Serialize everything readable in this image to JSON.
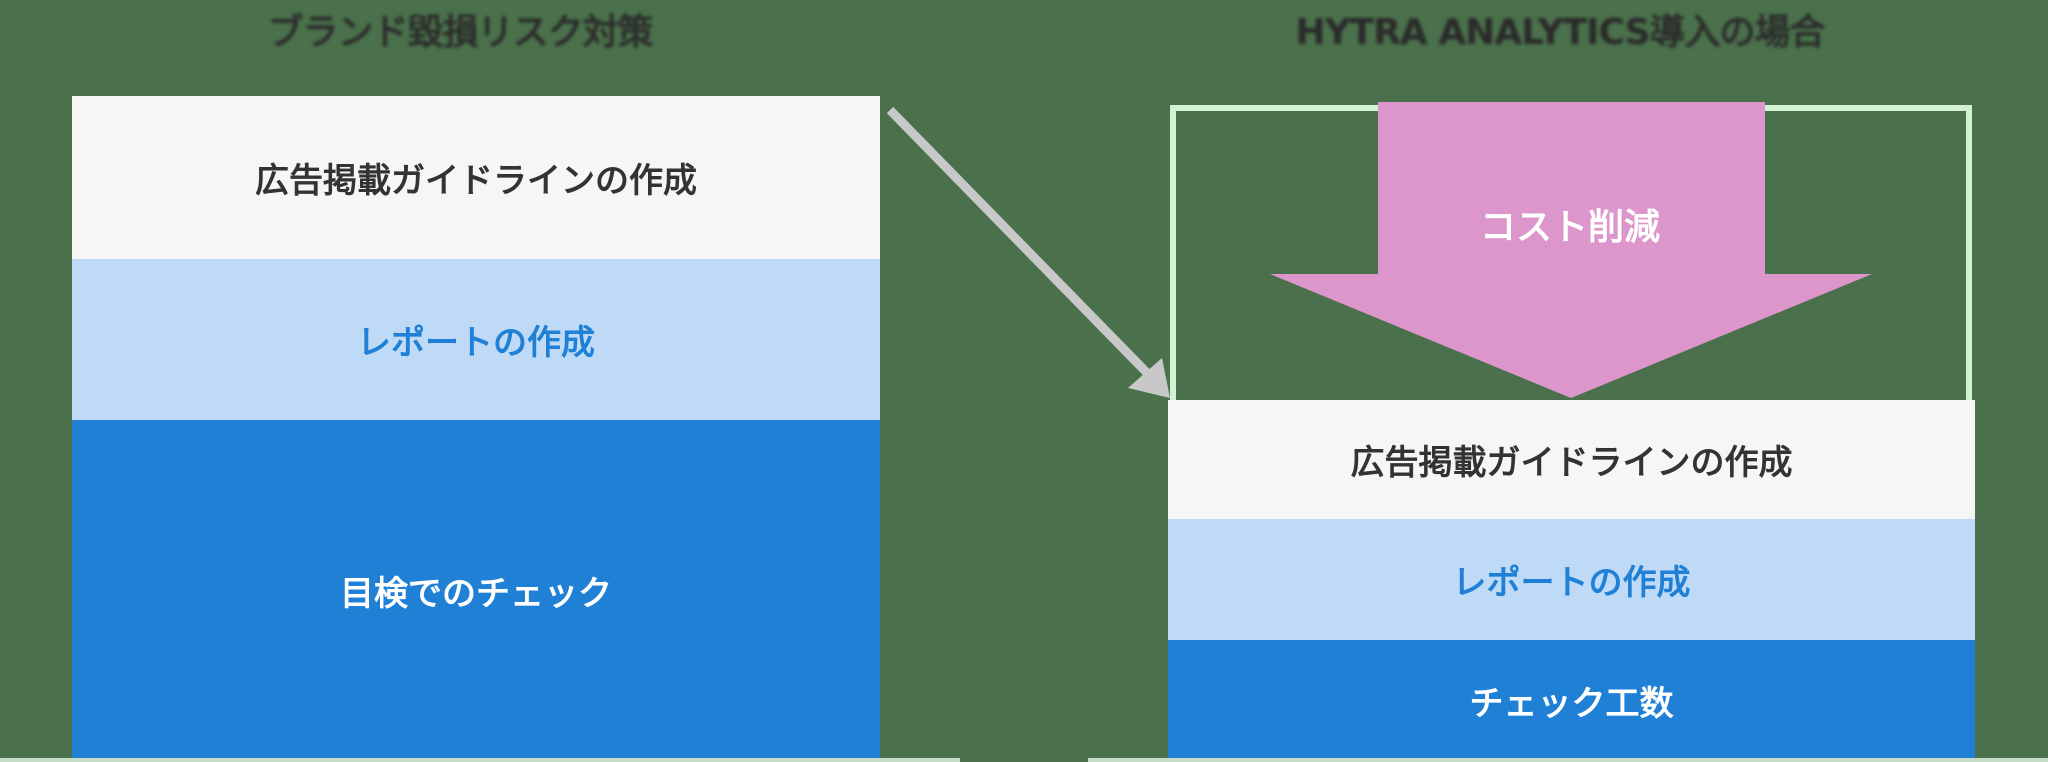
{
  "titles": {
    "left": "ブランド毀損リスク対策",
    "right": "HYTRA ANALYTICS導入の場合"
  },
  "left_column": {
    "blocks": [
      {
        "label": "広告掲載ガイドラインの作成",
        "style": "white"
      },
      {
        "label": "レポートの作成",
        "style": "light-blue"
      },
      {
        "label": "目検でのチェック",
        "style": "blue"
      }
    ]
  },
  "right_column": {
    "reduction_label": "コスト削減",
    "blocks": [
      {
        "label": "広告掲載ガイドラインの作成",
        "style": "white"
      },
      {
        "label": "レポートの作成",
        "style": "light-blue"
      },
      {
        "label": "チェック工数",
        "style": "blue"
      }
    ]
  },
  "colors": {
    "background": "#4a714b",
    "white_block": "#f6f7f4",
    "light_blue_block": "#bedaf6",
    "blue_block": "#1f80d6",
    "reduction_arrow": "#dd96cb",
    "reduction_box_border": "#d3f2d4",
    "connector_arrow": "#c8c8c8"
  }
}
